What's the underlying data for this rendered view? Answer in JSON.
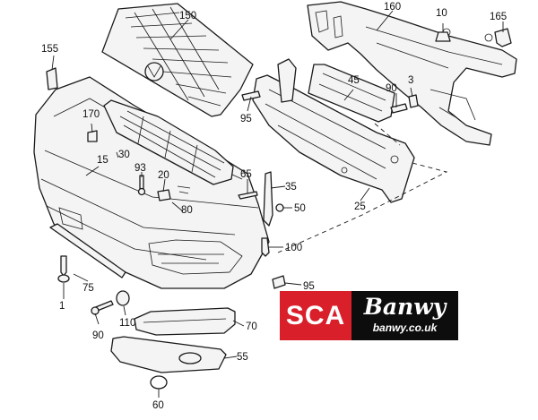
{
  "callouts": {
    "c150": "150",
    "c160": "160",
    "c10": "10",
    "c165": "165",
    "c155": "155",
    "c45": "45",
    "c90a": "90",
    "c3": "3",
    "c170": "170",
    "c95a": "95",
    "c30": "30",
    "c15": "15",
    "c93": "93",
    "c20": "20",
    "c65": "65",
    "c35": "35",
    "c50": "50",
    "c80": "80",
    "c25": "25",
    "c100": "100",
    "c75": "75",
    "c95b": "95",
    "c1": "1",
    "c90b": "90",
    "c110": "110",
    "c70": "70",
    "c55": "55",
    "c60": "60"
  },
  "logo": {
    "sca": "SCA",
    "banwy": "Banwy",
    "url": "banwy.co.uk"
  }
}
